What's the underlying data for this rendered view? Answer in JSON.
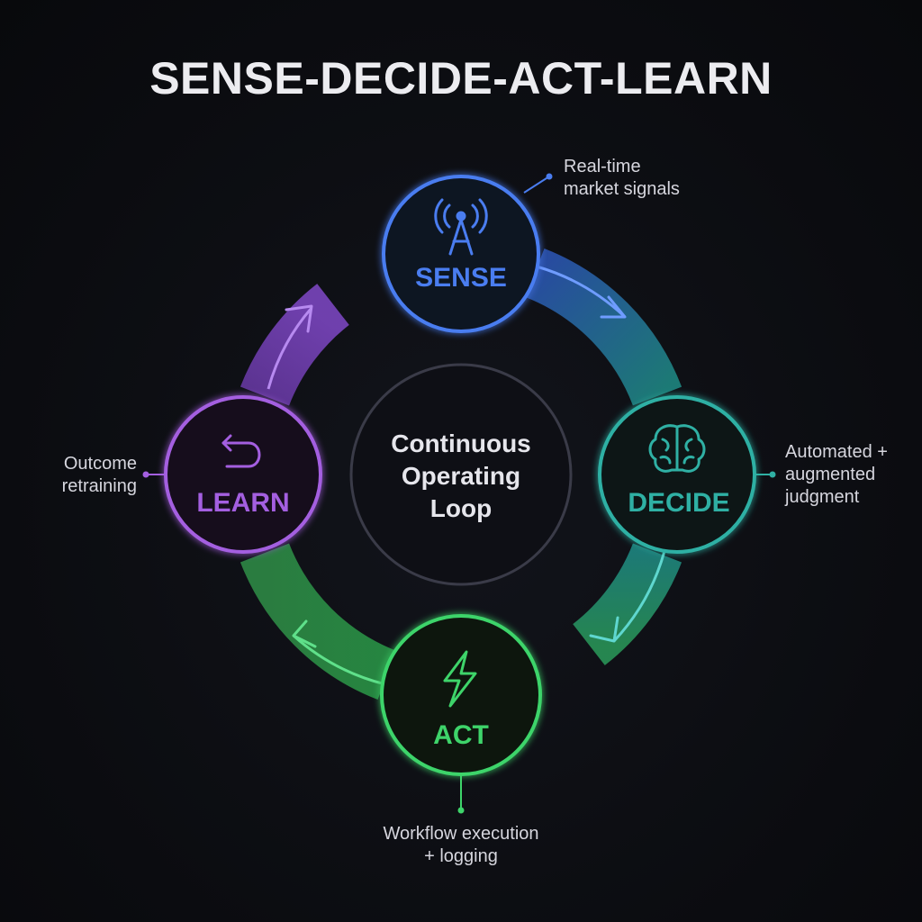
{
  "title": "SENSE-DECIDE-ACT-LEARN",
  "center": {
    "lines": [
      "Continuous",
      "Operating",
      "Loop"
    ]
  },
  "nodes": [
    {
      "id": "sense",
      "label": "SENSE",
      "icon": "antenna-icon",
      "color": "#4a7df0"
    },
    {
      "id": "decide",
      "label": "DECIDE",
      "icon": "brain-icon",
      "color": "#2fb0a4"
    },
    {
      "id": "act",
      "label": "ACT",
      "icon": "lightning-icon",
      "color": "#3ed46a"
    },
    {
      "id": "learn",
      "label": "LEARN",
      "icon": "return-arrow-icon",
      "color": "#a45fe0"
    }
  ],
  "callouts": {
    "sense": [
      "Real-time",
      "market signals"
    ],
    "decide": [
      "Automated +",
      "augmented",
      "judgment"
    ],
    "act": [
      "Workflow execution",
      "+ logging"
    ],
    "learn": [
      "Outcome",
      "retraining"
    ]
  },
  "colors": {
    "background": "#0c0d12",
    "center_ring": "#3a3b48"
  }
}
